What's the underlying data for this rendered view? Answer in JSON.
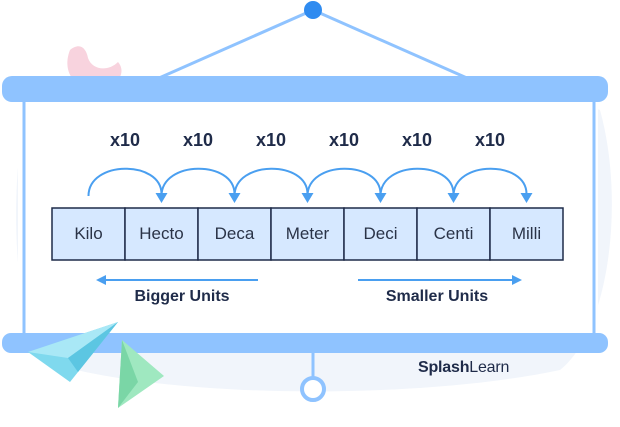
{
  "units": [
    "Kilo",
    "Hecto",
    "Deca",
    "Meter",
    "Deci",
    "Centi",
    "Milli"
  ],
  "multipliers": [
    "x10",
    "x10",
    "x10",
    "x10",
    "x10",
    "x10"
  ],
  "bigger_label": "Bigger Units",
  "smaller_label": "Smaller Units",
  "brand": {
    "bold": "Splash",
    "light": "Learn"
  },
  "colors": {
    "rail": "#8fc3ff",
    "box_fill": "#d6e8ff",
    "box_border": "#1f2b49",
    "arrow": "#4a9ff0",
    "text_dark": "#1f2b49",
    "plane_blue": "#7fd9ee",
    "plane_green": "#9fe8c0",
    "accent_pink": "#f8d3de"
  }
}
